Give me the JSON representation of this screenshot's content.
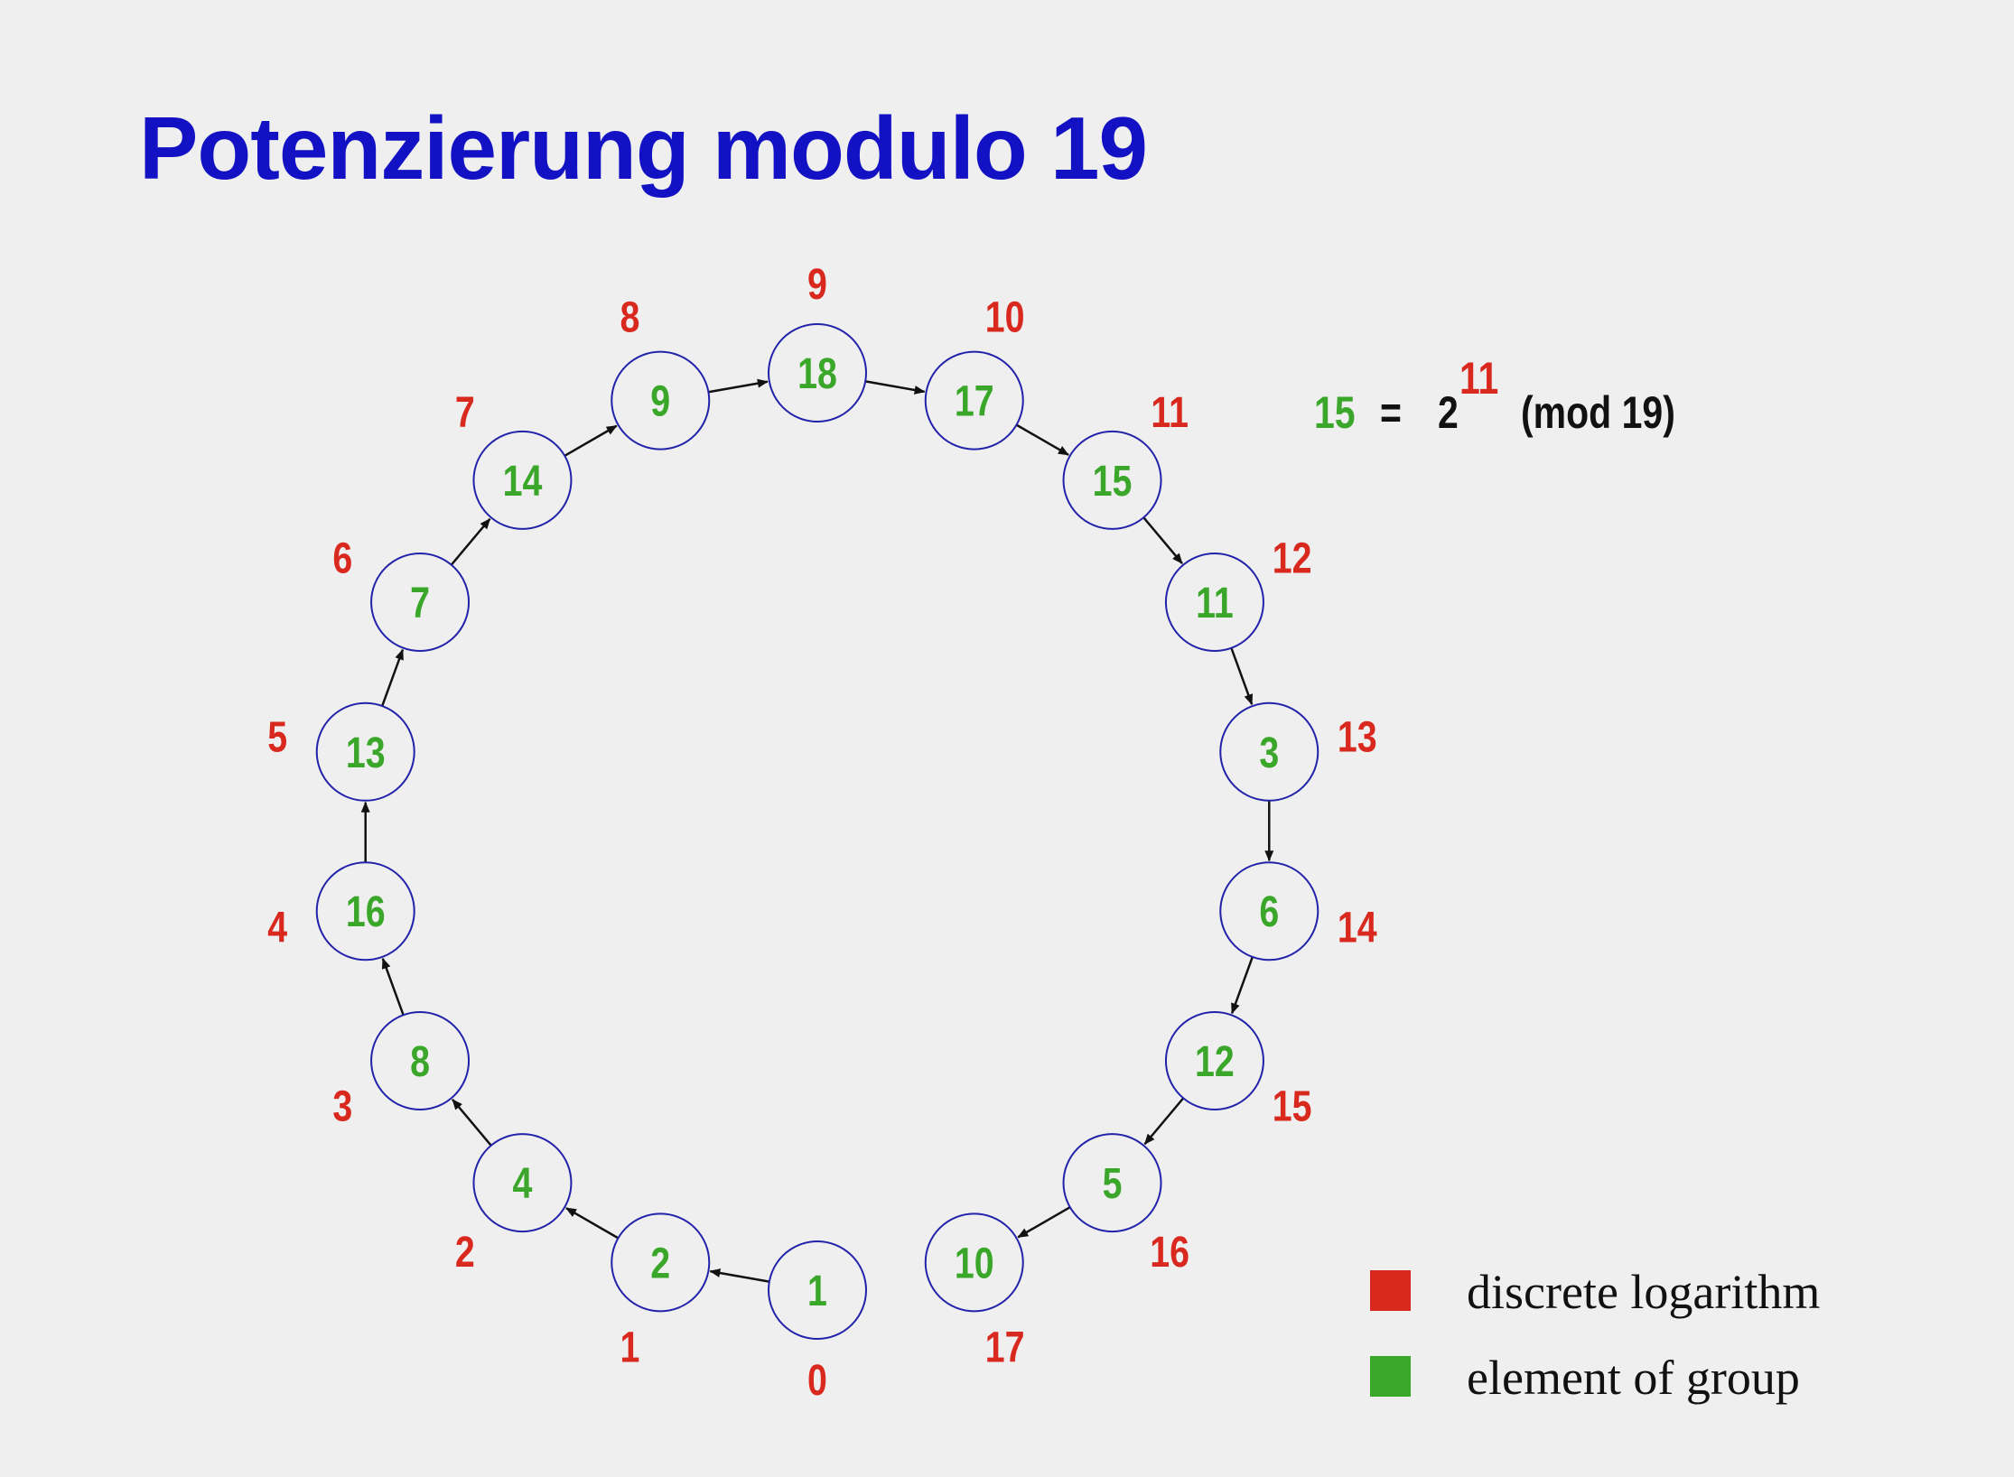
{
  "title": "Potenzierung modulo 19",
  "colors": {
    "title": "#1212c4",
    "log": "#d9291f",
    "element": "#3aa62a",
    "circle": "#2222aa",
    "arrow": "#111111"
  },
  "equation": {
    "element": "15",
    "equals": "=",
    "base": "2",
    "exponent": "11",
    "modulus": "(mod 19)"
  },
  "cycle": [
    {
      "value": "1",
      "log": "0"
    },
    {
      "value": "2",
      "log": "1"
    },
    {
      "value": "4",
      "log": "2"
    },
    {
      "value": "8",
      "log": "3"
    },
    {
      "value": "16",
      "log": "4"
    },
    {
      "value": "13",
      "log": "5"
    },
    {
      "value": "7",
      "log": "6"
    },
    {
      "value": "14",
      "log": "7"
    },
    {
      "value": "9",
      "log": "8"
    },
    {
      "value": "18",
      "log": "9"
    },
    {
      "value": "17",
      "log": "10"
    },
    {
      "value": "15",
      "log": "11"
    },
    {
      "value": "11",
      "log": "12"
    },
    {
      "value": "3",
      "log": "13"
    },
    {
      "value": "6",
      "log": "14"
    },
    {
      "value": "12",
      "log": "15"
    },
    {
      "value": "5",
      "log": "16"
    },
    {
      "value": "10",
      "log": "17"
    }
  ],
  "legend": [
    {
      "label": "discrete logarithm",
      "color": "#d9291f"
    },
    {
      "label": "element of group",
      "color": "#3aa62a"
    }
  ]
}
